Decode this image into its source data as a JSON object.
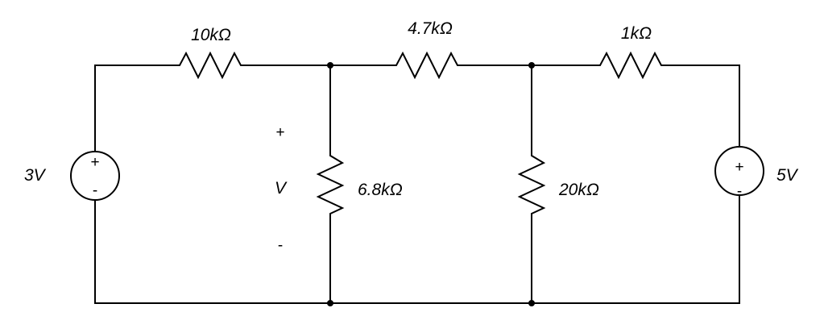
{
  "resistors": {
    "r1": {
      "label": "10kΩ"
    },
    "r2": {
      "label": "4.7kΩ"
    },
    "r3": {
      "label": "1kΩ"
    },
    "r4": {
      "label": "6.8kΩ"
    },
    "r5": {
      "label": "20kΩ"
    }
  },
  "sources": {
    "left": {
      "label": "3V",
      "plus": "+",
      "minus": "-"
    },
    "right": {
      "label": "5V",
      "plus": "+",
      "minus": "-"
    }
  },
  "measurement": {
    "label": "V",
    "plus": "+",
    "minus": "-"
  }
}
